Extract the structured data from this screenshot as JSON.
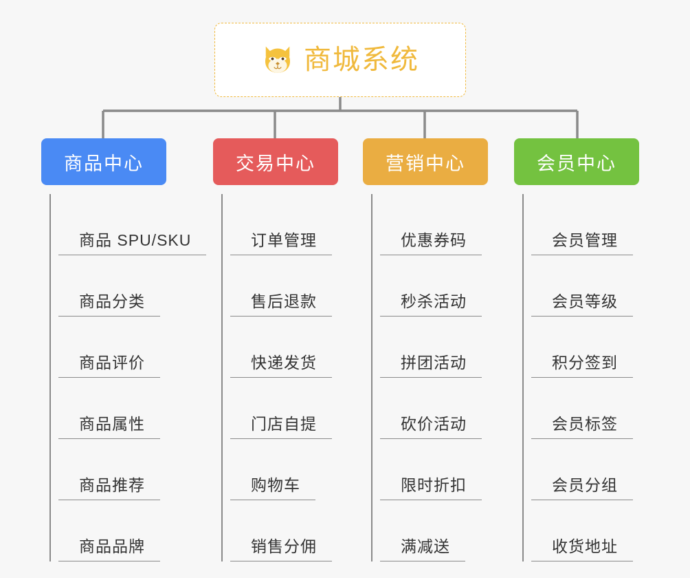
{
  "diagram": {
    "title": "商城系统",
    "background_color": "#f7f7f7",
    "root": {
      "label": "商城系统",
      "icon": "shiba-dog-face-icon",
      "text_color": "#f0b93c",
      "border_color": "#f0b93c",
      "border_style": "dashed",
      "background_color": "#ffffff"
    },
    "connector_color": "#8a8a8a",
    "branches": [
      {
        "label": "商品中心",
        "color": "#4a8af4",
        "items": [
          "商品 SPU/SKU",
          "商品分类",
          "商品评价",
          "商品属性",
          "商品推荐",
          "商品品牌"
        ]
      },
      {
        "label": "交易中心",
        "color": "#e55b5b",
        "items": [
          "订单管理",
          "售后退款",
          "快递发货",
          "门店自提",
          "购物车",
          "销售分佣"
        ]
      },
      {
        "label": "营销中心",
        "color": "#eaad42",
        "items": [
          "优惠券码",
          "秒杀活动",
          "拼团活动",
          "砍价活动",
          "限时折扣",
          "满减送"
        ]
      },
      {
        "label": "会员中心",
        "color": "#74c240",
        "items": [
          "会员管理",
          "会员等级",
          "积分签到",
          "会员标签",
          "会员分组",
          "收货地址"
        ]
      }
    ]
  }
}
